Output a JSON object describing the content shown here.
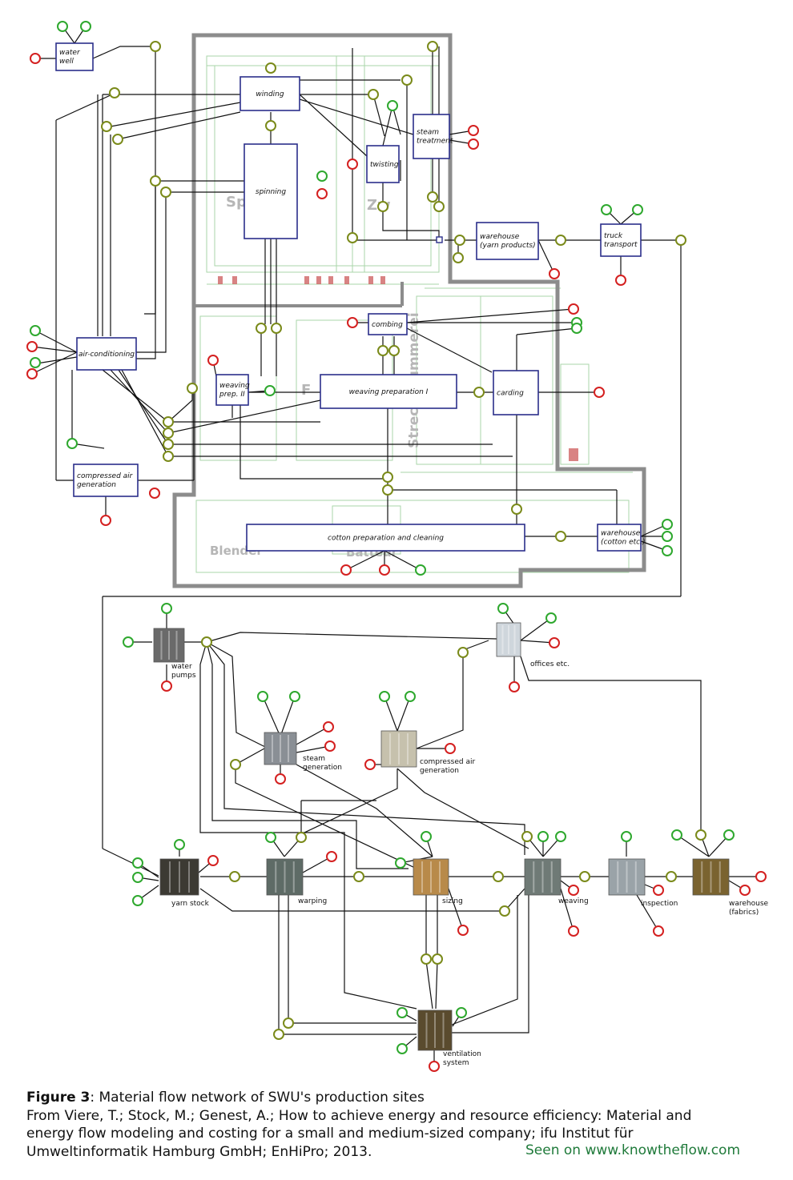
{
  "upper_network": {
    "nodes": {
      "water_well": [
        "water",
        "well"
      ],
      "winding": [
        "winding"
      ],
      "steam_treatment": [
        "steam",
        "treatment"
      ],
      "twisting": [
        "twisting"
      ],
      "spinning": [
        "spinning"
      ],
      "warehouse_yarn": [
        "warehouse",
        "(yarn products)"
      ],
      "truck_transport": [
        "truck",
        "transport"
      ],
      "combing": [
        "combing"
      ],
      "air_conditioning": [
        "air-conditioning"
      ],
      "weaving_prep_2": [
        "weaving",
        "prep. II"
      ],
      "weaving_prep_1": [
        "weaving preparation I"
      ],
      "carding": [
        "carding"
      ],
      "compressed_air_generation": [
        "compressed air",
        "generation"
      ],
      "cotton_preparation": [
        "cotton preparation and cleaning"
      ],
      "warehouse_cotton": [
        "warehouse",
        "(cotton etc.)"
      ]
    }
  },
  "lower_network": {
    "nodes": {
      "water_pumps": [
        "water",
        "pumps"
      ],
      "offices": [
        "offices etc."
      ],
      "steam_generation": [
        "steam",
        "generation"
      ],
      "compressed_air_generation": [
        "compressed air",
        "generation"
      ],
      "yarn_stock": [
        "yarn stock"
      ],
      "warping": [
        "warping"
      ],
      "sizing": [
        "sizing"
      ],
      "weaving": [
        "weaving"
      ],
      "inspection": [
        "inspection"
      ],
      "warehouse_fabrics": [
        "warehouse",
        "(fabrics)"
      ],
      "ventilation_system": [
        "ventilation",
        "system"
      ]
    }
  },
  "caption": {
    "figure_label": "Figure 3",
    "title": ": Material flow network of SWU's production sites",
    "source_line1": "From Viere, T.; Stock, M.; Genest, A.; How to achieve energy and resource efficiency: Material and",
    "source_line2": "energy flow modeling and costing for a small and medium-sized company; ifu Institut für",
    "source_line3": "Umweltinformatik Hamburg GmbH; EnHiPro; 2013.",
    "credit": "Seen on www.knowtheflow.com"
  },
  "colors": {
    "input_place": "#2ea82e",
    "output_place": "#d42020",
    "connection_place": "#7a8a1a",
    "process_box": "#2b2f8a",
    "building_outline": "#8c8c8c",
    "credit_text": "#1f7a3a"
  }
}
